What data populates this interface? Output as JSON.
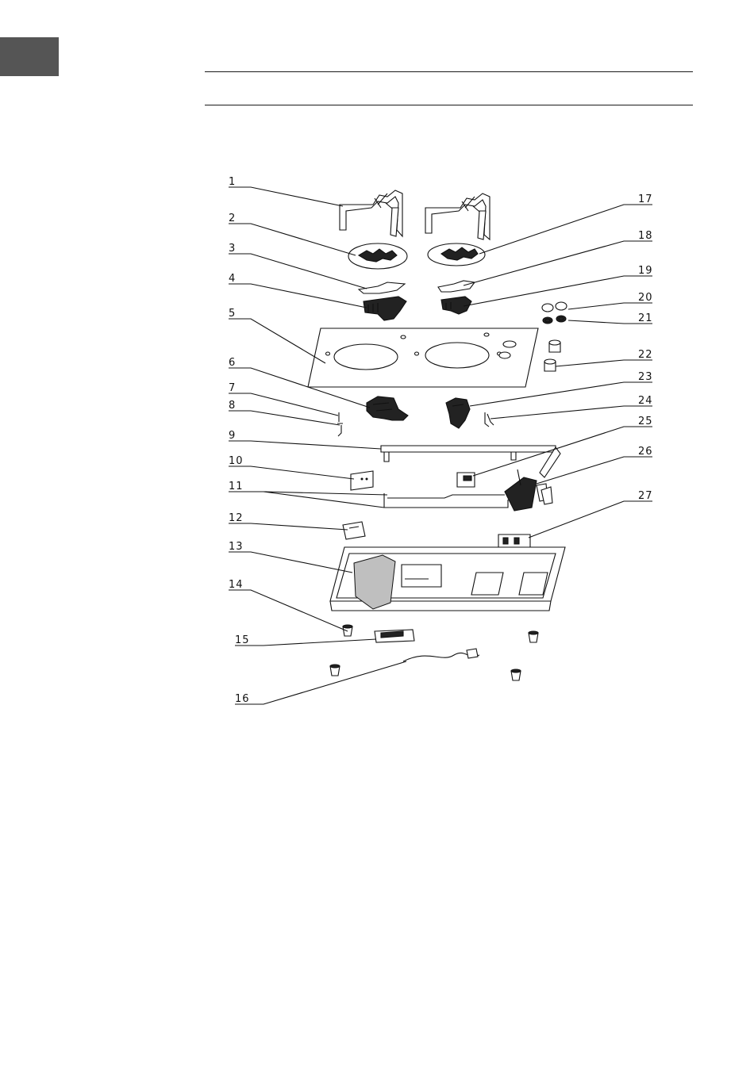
{
  "parts": [
    {
      "number": "1"
    },
    {
      "number": "2"
    },
    {
      "number": "3"
    },
    {
      "number": "4"
    },
    {
      "number": "5"
    },
    {
      "number": "6"
    },
    {
      "number": "7"
    },
    {
      "number": "8"
    },
    {
      "number": "9"
    },
    {
      "number": "10"
    },
    {
      "number": "11"
    },
    {
      "number": "12"
    },
    {
      "number": "13"
    },
    {
      "number": "14"
    },
    {
      "number": "15"
    },
    {
      "number": "16"
    },
    {
      "number": "17"
    },
    {
      "number": "18"
    },
    {
      "number": "19"
    },
    {
      "number": "20"
    },
    {
      "number": "21"
    },
    {
      "number": "22"
    },
    {
      "number": "23"
    },
    {
      "number": "24"
    },
    {
      "number": "25"
    },
    {
      "number": "26"
    },
    {
      "number": "27"
    }
  ]
}
